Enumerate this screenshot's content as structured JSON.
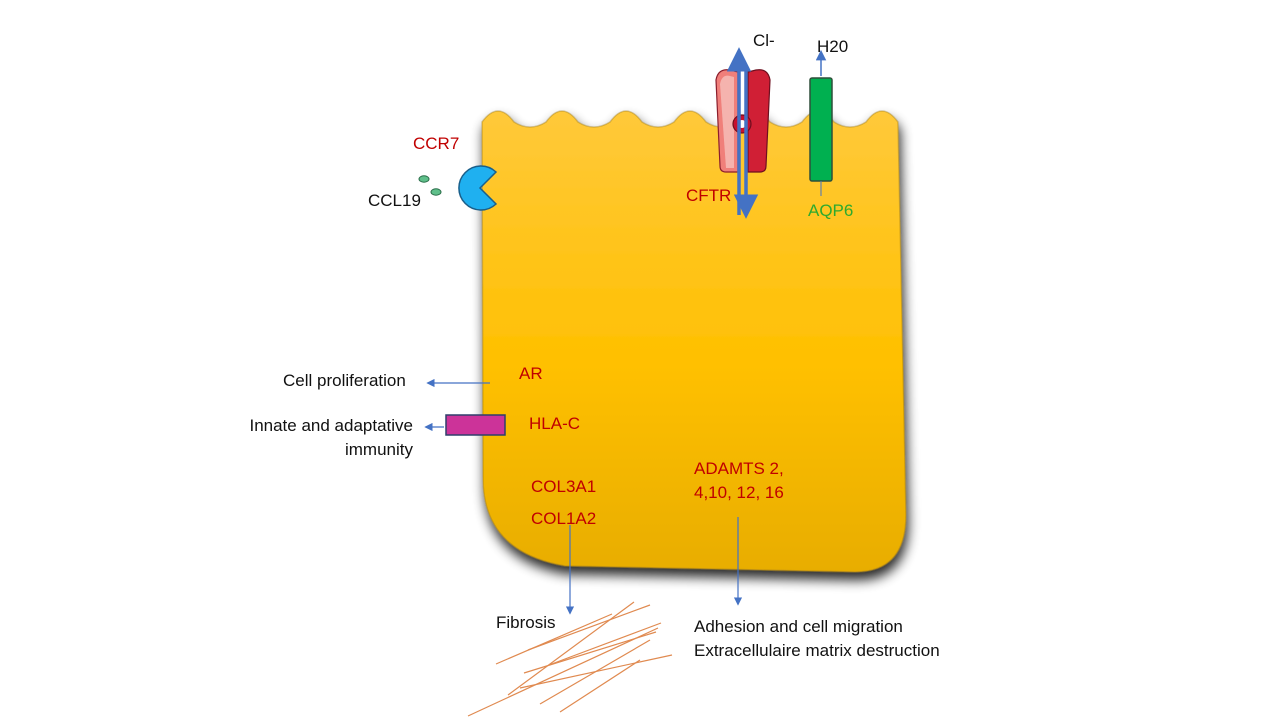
{
  "colors": {
    "cell": "#fdbd12",
    "gene_red": "#c00000",
    "aqp_green": "#2eaa2e",
    "arrow_blue": "#4472c4",
    "receptor_blue": "#1fb0f0",
    "hla_magenta": "#cc3399",
    "fiber_orange": "#e08a50"
  },
  "labels": {
    "ccr7": "CCR7",
    "ccl19": "CCL19",
    "cl": "Cl-",
    "h2o": "H20",
    "cftr": "CFTR",
    "aqp6": "AQP6",
    "ar": "AR",
    "hla_c": "HLA-C",
    "col3a1": "COL3A1",
    "col1a2": "COL1A2",
    "adamts_line1": "ADAMTS 2,",
    "adamts_line2": "4,10, 12, 16",
    "cell_proliferation": "Cell proliferation",
    "immunity_line1": "Innate and adaptative",
    "immunity_line2": "immunity",
    "fibrosis": "Fibrosis",
    "adhesion": "Adhesion and cell migration",
    "ecm": "Extracellulaire matrix destruction"
  },
  "icons": [
    "ccr7-receptor-icon",
    "ccl19-ligand-icon",
    "cftr-channel-icon",
    "aqp6-channel-icon",
    "hla-c-receptor-icon",
    "collagen-fibers-icon"
  ]
}
